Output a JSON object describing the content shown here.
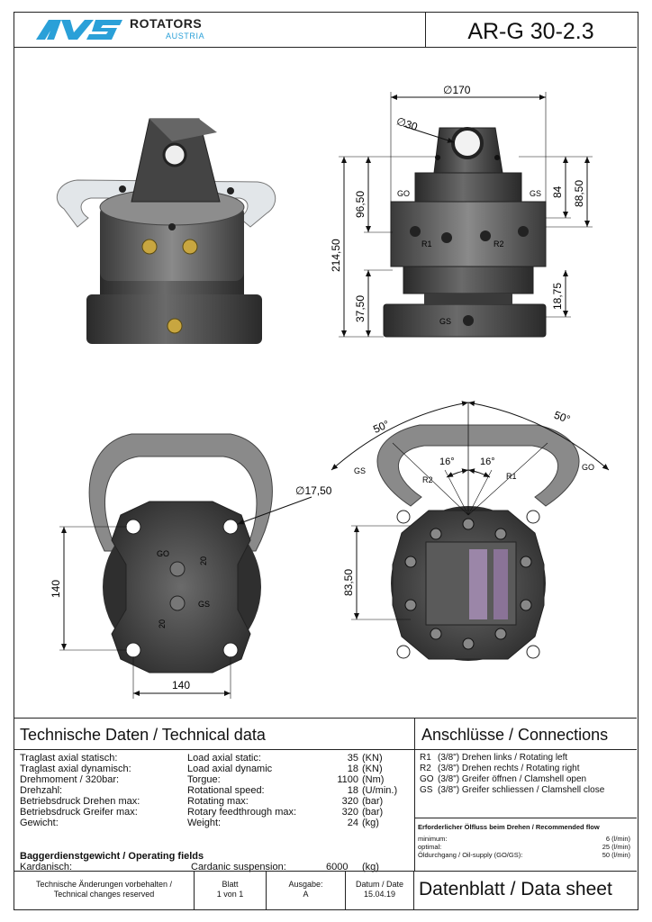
{
  "header": {
    "logo_text": "AVS",
    "brand": "ROTATORS",
    "brand_sub": "AUSTRIA",
    "model": "AR-G 30-2.3"
  },
  "drawing": {
    "front": {
      "d_outer": "∅170",
      "d_bore": "∅30",
      "h_96": "96,50",
      "h_total": "214,50",
      "h_37": "37,50",
      "h_84": "84",
      "h_88": "88,50",
      "h_18": "18,75",
      "port_go": "GO",
      "port_gs_top": "GS",
      "port_r1": "R1",
      "port_r2": "R2",
      "port_gs_bottom": "GS"
    },
    "bottom": {
      "w_140_v": "140",
      "w_140_h": "140",
      "d_17": "∅17,50",
      "port_go": "GO",
      "port_gs": "GS",
      "dim_20a": "20",
      "dim_20b": "20"
    },
    "top_view": {
      "angle_50_left": "50°",
      "angle_50_right": "50°",
      "angle_16_left": "16°",
      "angle_16_right": "16°",
      "port_r1": "R1",
      "port_r2": "R2",
      "port_gs": "GS",
      "port_go": "GO",
      "dim_83": "83,50"
    }
  },
  "tech": {
    "title": "Technische Daten / Technical data",
    "rows": [
      {
        "de": "Traglast axial statisch:",
        "en": "Load axial static:",
        "value": "35",
        "unit": "(KN)"
      },
      {
        "de": "Traglast axial dynamisch:",
        "en": "Load axial dynamic",
        "value": "18",
        "unit": "(KN)"
      },
      {
        "de": "Drehmoment / 320bar:",
        "en": "Torgue:",
        "value": "1100",
        "unit": "(Nm)"
      },
      {
        "de": "Drehzahl:",
        "en": "Rotational speed:",
        "value": "18",
        "unit": "(U/min.)"
      },
      {
        "de": "Betriebsdruck Drehen max:",
        "en": "Rotating max:",
        "value": "320",
        "unit": "(bar)"
      },
      {
        "de": "Betriebsdruck Greifer  max:",
        "en": "Rotary feedthrough max:",
        "value": "320",
        "unit": "(bar)"
      },
      {
        "de": "Gewicht:",
        "en": "Weight:",
        "value": "24",
        "unit": "(kg)"
      }
    ],
    "operating_title": "Baggerdienstgewicht / Operating fields",
    "operating": {
      "de": "Kardanisch:",
      "en": "Cardanic suspension:",
      "value": "6000",
      "unit": "(kg)"
    }
  },
  "connections": {
    "title": "Anschlüsse / Connections",
    "rows": [
      {
        "code": "R1",
        "text": "(3/8\") Drehen links / Rotating left"
      },
      {
        "code": "R2",
        "text": "(3/8\") Drehen rechts / Rotating right"
      },
      {
        "code": "GO",
        "text": "(3/8\") Greifer öffnen / Clamshell open"
      },
      {
        "code": "GS",
        "text": "(3/8\") Greifer schliessen / Clamshell close"
      }
    ],
    "flow_title": "Erforderlicher Ölfluss beim Drehen / Recommended flow",
    "flow": [
      {
        "label": "minimum:",
        "value": "6  (l/min)"
      },
      {
        "label": "optimal:",
        "value": "25  (l/min)"
      },
      {
        "label": "Öldurchgang / Oil-supply (GO/GS):",
        "value": "50  (l/min)"
      }
    ]
  },
  "footer": {
    "changes_l1": "Technische Änderungen vorbehalten /",
    "changes_l2": "Technical changes reserved",
    "sheet_label": "Blatt",
    "sheet_value": "1 von 1",
    "edition_label": "Ausgabe:",
    "edition_value": "A",
    "date_label": "Datum / Date",
    "date_value": "15.04.19",
    "datasheet": "Datenblatt / Data sheet"
  }
}
